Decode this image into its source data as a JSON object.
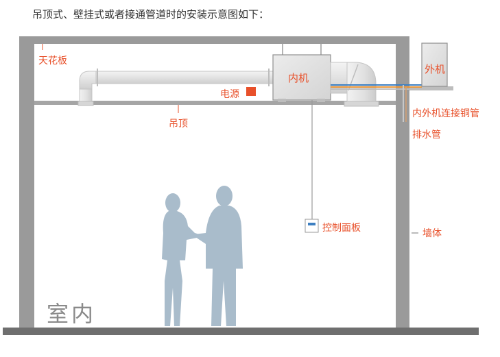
{
  "title": "吊顶式、壁挂式或者接通管道时的安装示意图如下：",
  "labels": {
    "ceiling_board": "天花板",
    "indoor_unit": "内机",
    "outdoor_unit": "外机",
    "power": "电源",
    "suspended_ceiling": "吊顶",
    "copper_pipe": "内外机连接铜管",
    "drain_pipe": "排水管",
    "control_panel": "控制面板",
    "wall": "墙体",
    "room": "室内"
  },
  "colors": {
    "accent": "#e8502a",
    "wall": "#9a9a9a",
    "people": "#a9bccb",
    "unit_fill": "#dcdcdc",
    "pipe_blue": "#3d7fc1",
    "pipe_orange": "#e8963a"
  }
}
